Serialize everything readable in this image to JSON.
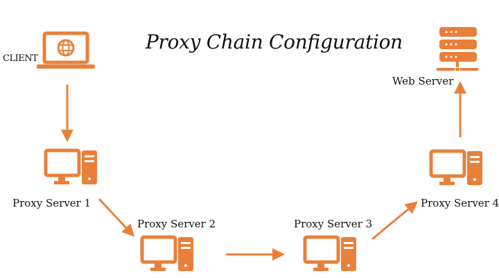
{
  "title": "Proxy Chain Configuration",
  "accent_color": "#E8803A",
  "nodes": {
    "client": {
      "label": "CLIENT",
      "icon": "laptop-globe-icon"
    },
    "proxy1": {
      "label": "Proxy Server 1",
      "icon": "desktop-computer-icon"
    },
    "proxy2": {
      "label": "Proxy Server 2",
      "icon": "desktop-computer-icon"
    },
    "proxy3": {
      "label": "Proxy Server 3",
      "icon": "desktop-computer-icon"
    },
    "proxy4": {
      "label": "Proxy Server 4",
      "icon": "desktop-computer-icon"
    },
    "web": {
      "label": "Web Server",
      "icon": "server-rack-icon"
    }
  },
  "connections": [
    {
      "from": "CLIENT",
      "to": "Proxy Server 1"
    },
    {
      "from": "Proxy Server 1",
      "to": "Proxy Server 2"
    },
    {
      "from": "Proxy Server 2",
      "to": "Proxy Server 3"
    },
    {
      "from": "Proxy Server 3",
      "to": "Proxy Server 4"
    },
    {
      "from": "Proxy Server 4",
      "to": "Web Server"
    }
  ]
}
